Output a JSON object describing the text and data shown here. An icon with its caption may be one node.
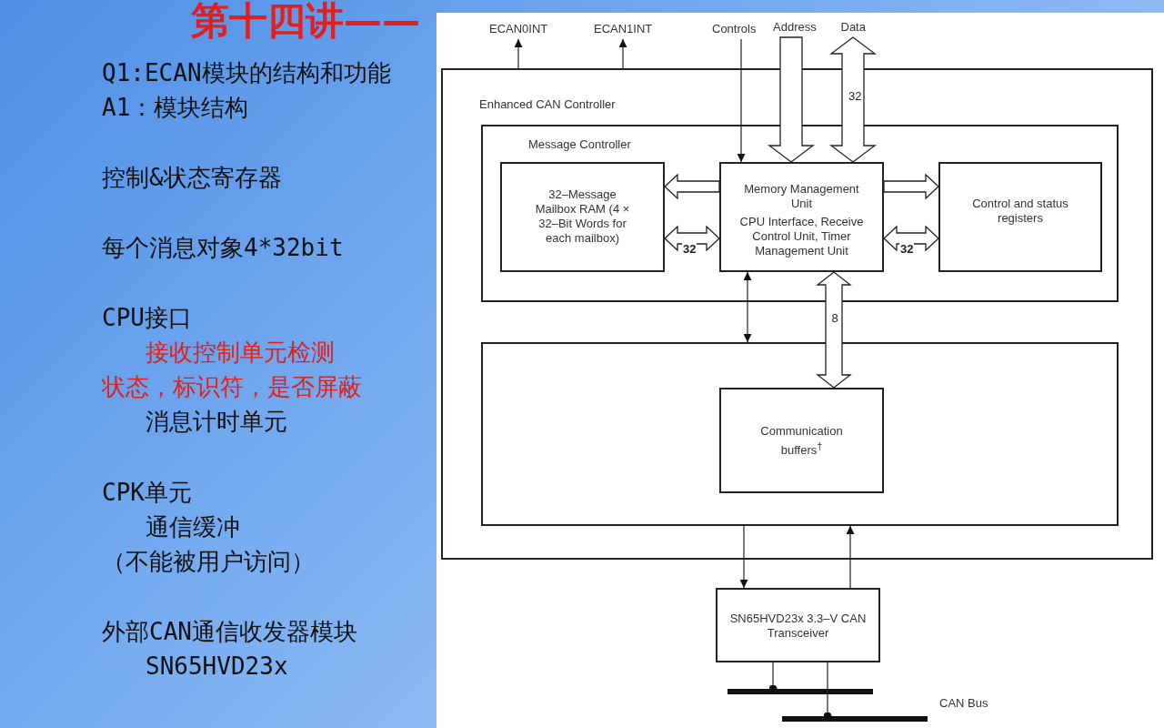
{
  "diagram": {
    "title": "第十四讲——",
    "nodes": [
      {
        "text": [
          "Enhanced CAN Controller"
        ]
      },
      {
        "text": [
          "Message Controller"
        ],
        "in": 0
      },
      {
        "text": [
          "32–Message Mailbox RAM (4 × 32–Bit Words for each mailbox)"
        ],
        "in": 1
      },
      {
        "text": [
          "Memory Management Unit",
          "CPU Interface, Receive Control Unit, Timer Management Unit"
        ],
        "in": 1
      },
      {
        "text": [
          "Control and status registers"
        ],
        "in": 1
      },
      {
        "text": [],
        "shape": "box",
        "in": 0
      },
      {
        "text": [
          "Communication buffers$^{†}$"
        ],
        "in": 5
      },
      {
        "text": [
          "SN65HVD23x 3.3–V CAN Transceiver"
        ]
      },
      {
        "text": [
          "ECAN0INT"
        ]
      },
      {
        "text": [
          "ECAN1INT"
        ]
      },
      {
        "text": [
          "Controls"
        ]
      },
      {
        "text": [
          "Address"
        ]
      },
      {
        "text": [
          "Data"
        ]
      },
      {
        "text": [],
        "shape": "bar"
      },
      {
        "text": [],
        "shape": "bar"
      }
    ],
    "edges": [
      {
        "from": 0,
        "to": 8,
        "arrow": "to"
      },
      {
        "from": 0,
        "to": 9,
        "arrow": "to"
      },
      {
        "from": 10,
        "to": 3,
        "arrow": "to"
      },
      {
        "from": 11,
        "to": 3,
        "arrow": "to",
        "style": "thick"
      },
      {
        "from": 12,
        "to": 3,
        "arrow": "both",
        "style": "thick",
        "label": "32"
      },
      {
        "from": 3,
        "to": 2,
        "arrow": "to",
        "style": "thick"
      },
      {
        "from": 2,
        "to": 3,
        "arrow": "both",
        "style": "thick",
        "label": "32"
      },
      {
        "from": 3,
        "to": 4,
        "arrow": "to",
        "style": "thick"
      },
      {
        "from": 3,
        "to": 4,
        "arrow": "both",
        "style": "thick",
        "label": "32"
      },
      {
        "from": 3,
        "to": 5,
        "arrow": "both"
      },
      {
        "from": 3,
        "to": 6,
        "arrow": "both",
        "style": "thick",
        "label": "8"
      },
      {
        "from": 5,
        "to": 7,
        "arrow": "to"
      },
      {
        "from": 7,
        "to": 5,
        "arrow": "to"
      },
      {
        "from": 7,
        "to": 13,
        "arrow": "other"
      },
      {
        "from": 7,
        "to": 14,
        "arrow": "other"
      }
    ],
    "labels": [
      "Q1:ECAN模块的结构和功能",
      "A1：模块结构",
      "控制&状态寄存器",
      "每个消息对象4*32bit",
      "CPU接口",
      "接收控制单元检测",
      "状态，标识符，是否屏蔽",
      "消息计时单元",
      "CPK单元",
      "通信缓冲",
      "（不能被用户访问）",
      "外部CAN通信收发器模块",
      "SN65HVD23x",
      "CAN Bus"
    ]
  }
}
